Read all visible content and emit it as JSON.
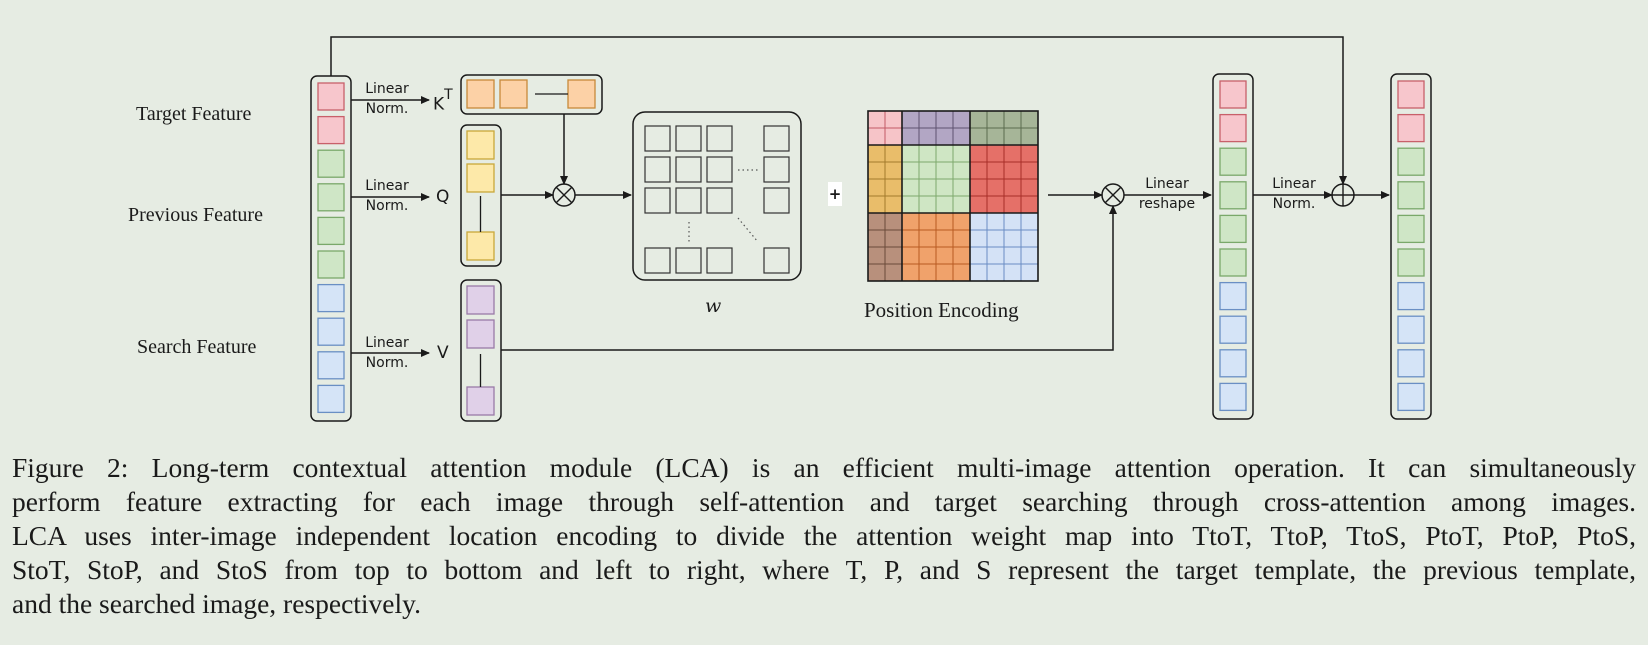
{
  "labels": {
    "target_feature": "Target Feature",
    "previous_feature": "Previous Feature",
    "search_feature": "Search Feature",
    "linear": "Linear",
    "norm": "Norm.",
    "reshape": "reshape",
    "k": "K",
    "k_sup": "T",
    "q": "Q",
    "v": "V",
    "plus": "+",
    "w": "w",
    "position_encoding": "Position Encoding"
  },
  "colors": {
    "background": "#e6ece3",
    "target_token": "#f7c6cc",
    "previous_token": "#cfe6c6",
    "search_token": "#d5e4f7",
    "key_token": "#fcd1a6",
    "query_token": "#fde9a9",
    "value_token": "#e0d0e8",
    "pe_TtoT": "#f6c4c8",
    "pe_TtoP": "#b2a6c4",
    "pe_TtoS": "#a6b598",
    "pe_PtoT": "#e9bd6a",
    "pe_PtoP": "#cfe6c4",
    "pe_PtoS": "#e57068",
    "pe_StoT": "#b8907c",
    "pe_StoP": "#f0a26b",
    "pe_StoS": "#d4e2f6"
  },
  "caption": [
    "Figure 2: Long-term contextual attention module (LCA) is an efficient multi-image attention operation. It can simultaneously",
    "perform feature extracting for each image through self-attention and target searching through cross-attention among images.",
    "LCA uses inter-image independent location encoding to divide the attention weight map into TtoT, TtoP, TtoS, PtoT, PtoP, PtoS,",
    "StoT, StoP, and StoS from top to bottom and left to right, where T, P, and S represent the target template, the previous template,",
    "and the searched image, respectively."
  ]
}
